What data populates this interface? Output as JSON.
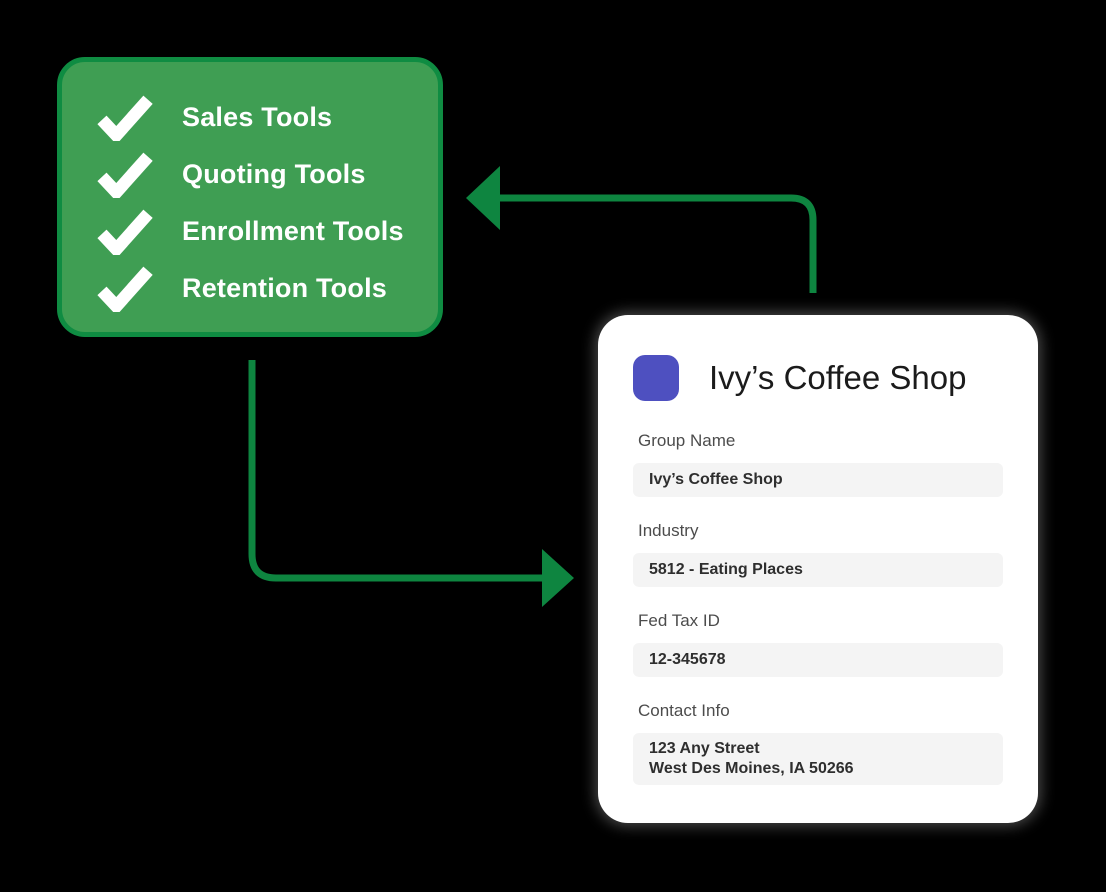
{
  "colors": {
    "background": "#000000",
    "checklist_fill": "#3f9e53",
    "checklist_border": "#0f8c42",
    "checkmark": "#ffffff",
    "arrow": "#0e8540",
    "card_background": "#ffffff",
    "field_background": "#f4f4f4",
    "logo": "#4e50c0"
  },
  "checklist": {
    "items": [
      {
        "label": "Sales Tools"
      },
      {
        "label": "Quoting Tools"
      },
      {
        "label": "Enrollment Tools"
      },
      {
        "label": "Retention Tools"
      }
    ]
  },
  "card": {
    "title": "Ivy’s Coffee Shop",
    "logo_icon": "company-logo-square",
    "fields": [
      {
        "label": "Group Name",
        "value": "Ivy’s Coffee Shop"
      },
      {
        "label": "Industry",
        "value": "5812 - Eating Places"
      },
      {
        "label": "Fed Tax ID",
        "value": "12-345678"
      },
      {
        "label": "Contact Info",
        "value_lines": [
          "123 Any Street",
          "West Des Moines, IA 50266"
        ]
      }
    ]
  }
}
